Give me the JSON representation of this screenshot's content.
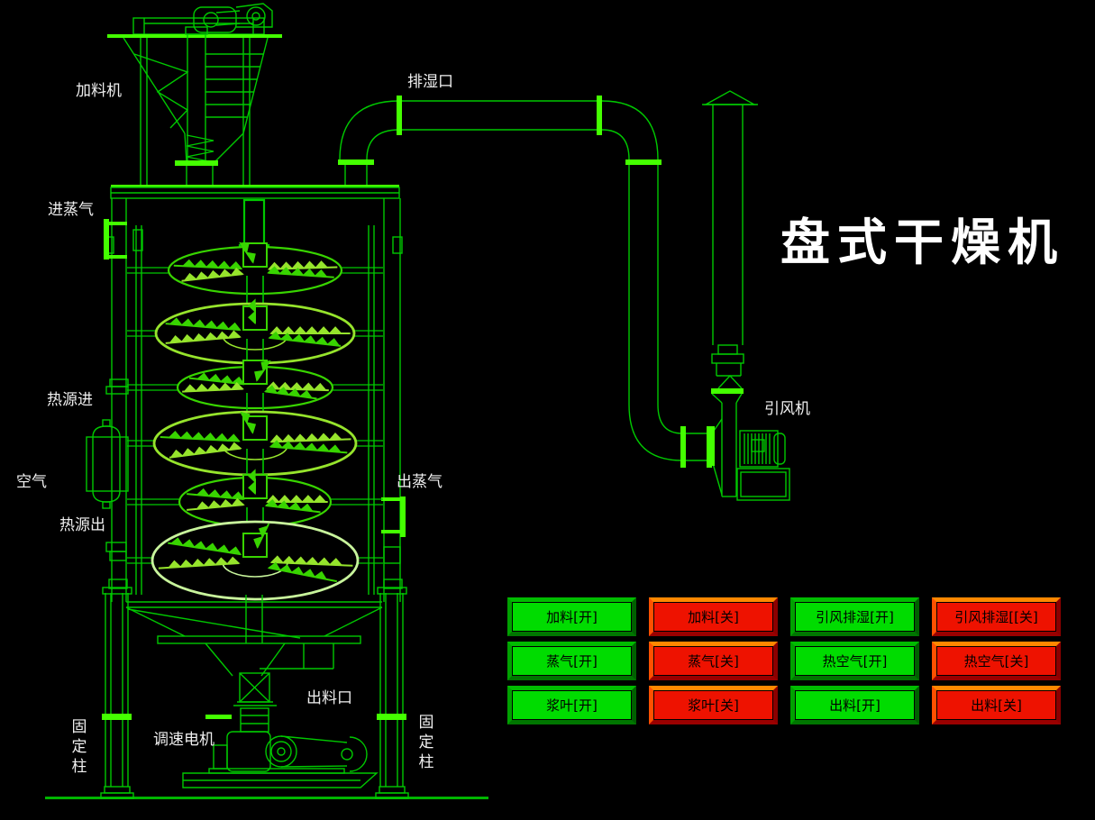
{
  "title": "盘式干燥机",
  "colors": {
    "background": "#000000",
    "line": "#00c800",
    "flange": "#44ff00",
    "disc_bright": "#38d400",
    "disc_light": "#96e42c",
    "disc_pale": "#c8f49c",
    "ground": "#00b400",
    "label_text": "#f0f0f0",
    "title_text": "#ffffff",
    "button_on": "#00dc00",
    "button_off": "#ee1200",
    "button_text": "#000000"
  },
  "labels": {
    "feeder": "加料机",
    "moisture_outlet": "排湿口",
    "steam_in": "进蒸气",
    "heat_in": "热源进",
    "air": "空气",
    "steam_out": "出蒸气",
    "heat_out": "热源出",
    "fan": "引风机",
    "discharge": "出料口",
    "motor": "调速电机",
    "fixed_column_left": "固定柱",
    "fixed_column_right": "固定柱"
  },
  "buttons": {
    "items": [
      {
        "label": "加料[开]",
        "state": "on"
      },
      {
        "label": "加料[关]",
        "state": "off"
      },
      {
        "label": "引风排湿[开]",
        "state": "on"
      },
      {
        "label": "引风排湿[[关]",
        "state": "off"
      },
      {
        "label": "蒸气[开]",
        "state": "on"
      },
      {
        "label": "蒸气[关]",
        "state": "off"
      },
      {
        "label": "热空气[开]",
        "state": "on"
      },
      {
        "label": "热空气[关]",
        "state": "off"
      },
      {
        "label": "浆叶[开]",
        "state": "on"
      },
      {
        "label": "浆叶[关]",
        "state": "off"
      },
      {
        "label": "出料[开]",
        "state": "on"
      },
      {
        "label": "出料[关]",
        "state": "off"
      }
    ]
  }
}
